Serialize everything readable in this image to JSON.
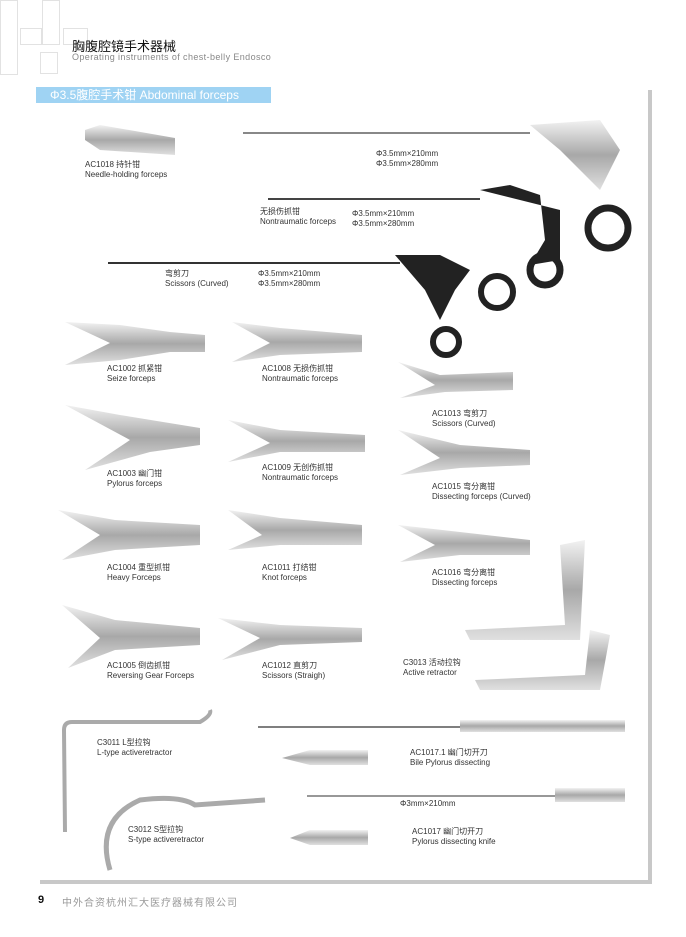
{
  "header": {
    "title_cn": "胸腹腔镜手术器械",
    "title_en": "Operating instruments of chest-belly Endosco"
  },
  "section": {
    "title": "Φ3.5腹腔手术钳  Abdominal forceps",
    "color": "#9fd3f3"
  },
  "items": [
    {
      "code": "AC1018 持针钳",
      "name": "Needle-holding forceps"
    },
    {
      "code": "Φ3.5mm×210mm",
      "name": "Φ3.5mm×280mm"
    },
    {
      "code": "无损伤抓钳",
      "name": "Nontraumatic forceps"
    },
    {
      "code": "Φ3.5mm×210mm",
      "name": "Φ3.5mm×280mm"
    },
    {
      "code": "弯剪刀",
      "name": "Scissors (Curved)"
    },
    {
      "code": "Φ3.5mm×210mm",
      "name": "Φ3.5mm×280mm"
    },
    {
      "code": "AC1002 抓紧钳",
      "name": "Seize forceps"
    },
    {
      "code": "AC1008 无损伤抓钳",
      "name": "Nontraumatic forceps"
    },
    {
      "code": "AC1013 弯剪刀",
      "name": "Scissors (Curved)"
    },
    {
      "code": "AC1003 幽门钳",
      "name": "Pylorus forceps"
    },
    {
      "code": "AC1009 无创伤抓钳",
      "name": "Nontraumatic forceps"
    },
    {
      "code": "AC1015 弯分离钳",
      "name": "Dissecting forceps (Curved)"
    },
    {
      "code": "AC1004 重型抓钳",
      "name": "Heavy Forceps"
    },
    {
      "code": "AC1011 打结钳",
      "name": "Knot forceps"
    },
    {
      "code": "AC1016 弯分离钳",
      "name": "Dissecting forceps"
    },
    {
      "code": "C3013 活动拉钩",
      "name": "Active retractor"
    },
    {
      "code": "AC1005 倒齿抓钳",
      "name": "Reversing Gear Forceps"
    },
    {
      "code": "AC1012 直剪刀",
      "name": "Scissors (Straigh)"
    },
    {
      "code": "C3011 L型拉钩",
      "name": "L-type activeretractor"
    },
    {
      "code": "AC1017.1 幽门切开刀",
      "name": "Bile Pylorus dissecting"
    },
    {
      "code": "C3012 S型拉钩",
      "name": "S-type activeretractor"
    },
    {
      "code": "AC1017 幽门切开刀",
      "name": "Pylorus dissecting knife"
    }
  ],
  "dimension_short": "Φ3mm×210mm",
  "footer": {
    "page": "9",
    "company": "中外合资杭州汇大医疗器械有限公司"
  }
}
